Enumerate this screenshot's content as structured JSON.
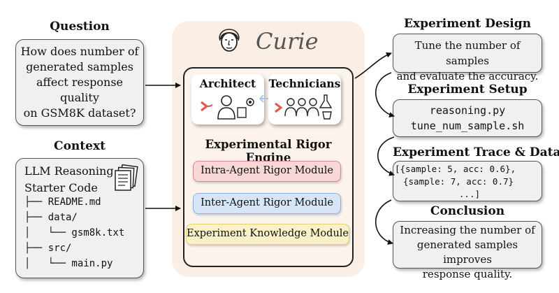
{
  "question": {
    "heading": "Question",
    "lines": [
      "How does number of",
      "generated samples",
      "affect response quality",
      "on GSM8K dataset?"
    ]
  },
  "context": {
    "heading": "Context",
    "title_lines": [
      "LLM Reasoning",
      "Starter Code"
    ],
    "tree": [
      "├── README.md",
      "├── data/",
      "│   └── gsm8k.txt",
      "├── src/",
      "│   └── main.py"
    ]
  },
  "curie": {
    "title": "Curie",
    "architect": "Architect",
    "technicians": "Technicians",
    "engine_title": "Experimental Rigor Engine",
    "modules": [
      "Intra-Agent Rigor Module",
      "Inter-Agent Rigor Module",
      "Experiment Knowledge Module"
    ]
  },
  "design": {
    "heading": "Experiment Design",
    "lines": [
      "Tune the number of samples",
      "and evaluate the accuracy."
    ]
  },
  "setup": {
    "heading": "Experiment Setup",
    "lines": [
      "reasoning.py",
      "tune_num_sample.sh"
    ]
  },
  "trace": {
    "heading": "Experiment Trace & Data",
    "lines": [
      "[{sample: 5, acc: 0.6},",
      "{sample: 7, acc: 0.7}",
      "...]"
    ]
  },
  "conclusion": {
    "heading": "Conclusion",
    "lines": [
      "Increasing the number of",
      "generated samples improves",
      "response quality."
    ]
  },
  "colors": {
    "curie_panel": "#fbeee4",
    "intra_module": "#f8d7d7",
    "inter_module": "#d6e6f7",
    "knowledge_module": "#fbf1c9"
  }
}
